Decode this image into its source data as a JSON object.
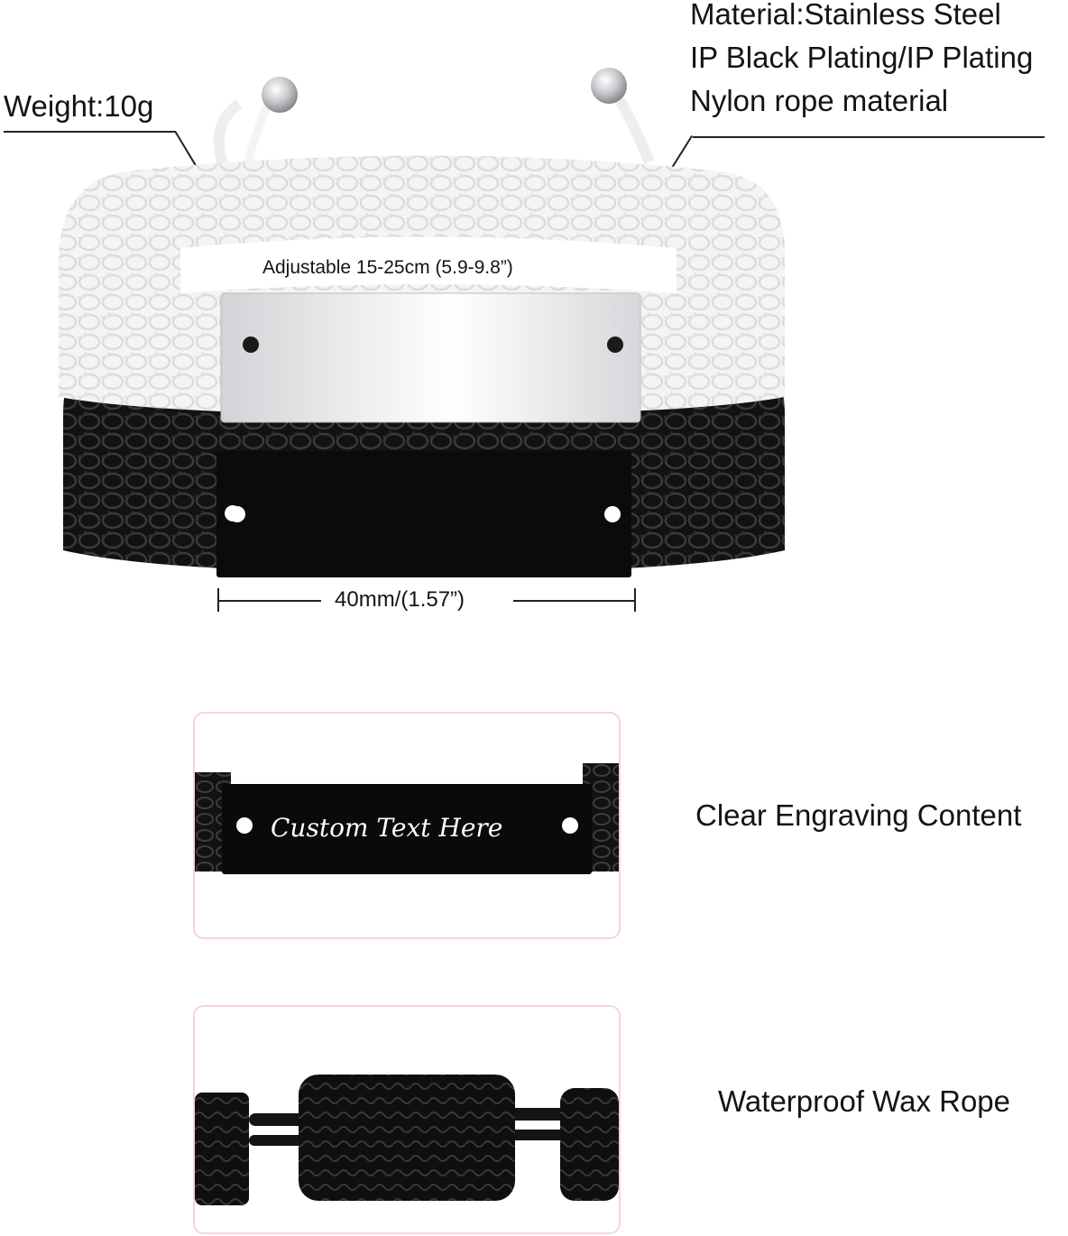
{
  "specs": {
    "weight": "Weight:10g",
    "material_lines": [
      "Material:Stainless Steel",
      "IP Black Plating/IP Plating",
      "Nylon rope material"
    ]
  },
  "dimensions": {
    "adjustable": "Adjustable 15-25cm (5.9-9.8”)",
    "plate_width": "40mm/(1.57”)"
  },
  "features": [
    {
      "caption": "Clear Engraving Content",
      "engraving_text": "Custom Text Here"
    },
    {
      "caption": "Waterproof Wax Rope"
    }
  ],
  "colors": {
    "panel_border": "#f6d4dc",
    "white_rope": "#f2f2f2",
    "black_rope": "#141414",
    "silver_plate": "#e4e4e6",
    "black_plate": "#0a0a0a"
  }
}
